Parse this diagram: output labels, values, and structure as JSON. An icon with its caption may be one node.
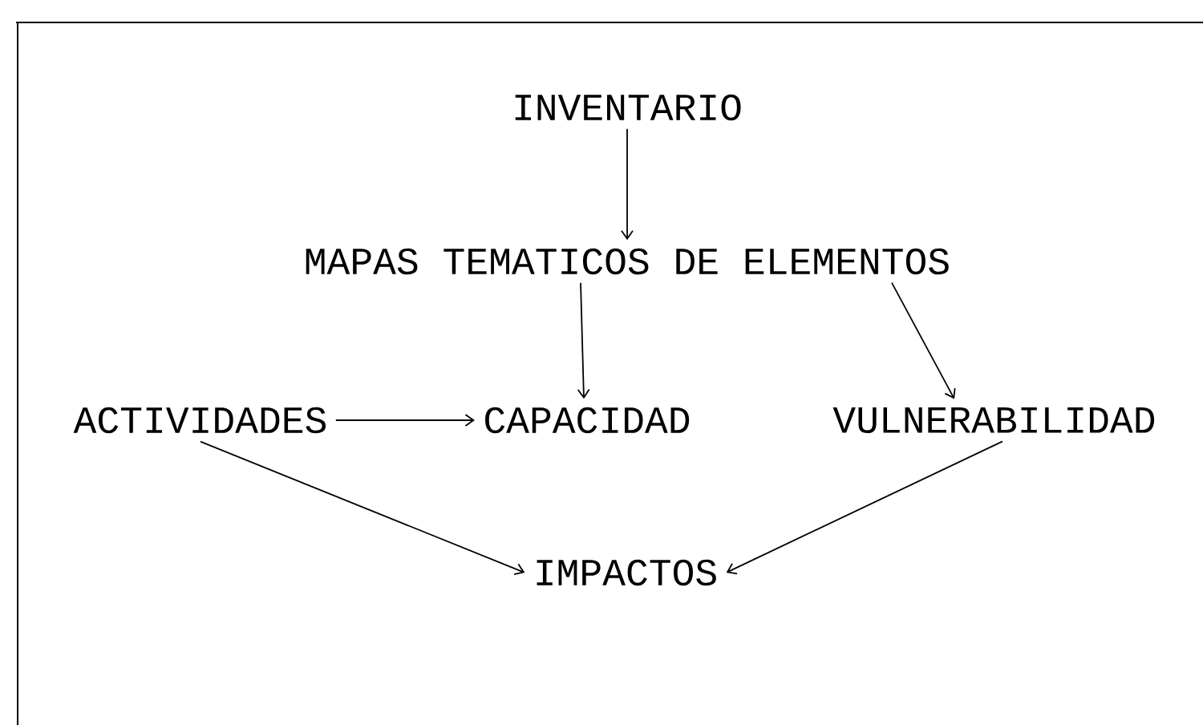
{
  "diagram": {
    "nodes": [
      {
        "text": [
          "INVENTARIO"
        ]
      },
      {
        "text": [
          "MAPAS TEMATICOS DE ELEMENTOS"
        ]
      },
      {
        "text": [
          "CAPACIDAD"
        ]
      },
      {
        "text": [
          "ACTIVIDADES"
        ]
      },
      {
        "text": [
          "VULNERABILIDAD"
        ]
      },
      {
        "text": [
          "IMPACTOS"
        ]
      }
    ],
    "edges": [
      {
        "from": 0,
        "to": 1,
        "arrow": "to"
      },
      {
        "from": 1,
        "to": 2,
        "arrow": "to"
      },
      {
        "from": 1,
        "to": 4,
        "arrow": "to"
      },
      {
        "from": 3,
        "to": 2,
        "arrow": "to"
      },
      {
        "from": 3,
        "to": 5,
        "arrow": "to"
      },
      {
        "from": 4,
        "to": 5,
        "arrow": "to"
      }
    ]
  }
}
